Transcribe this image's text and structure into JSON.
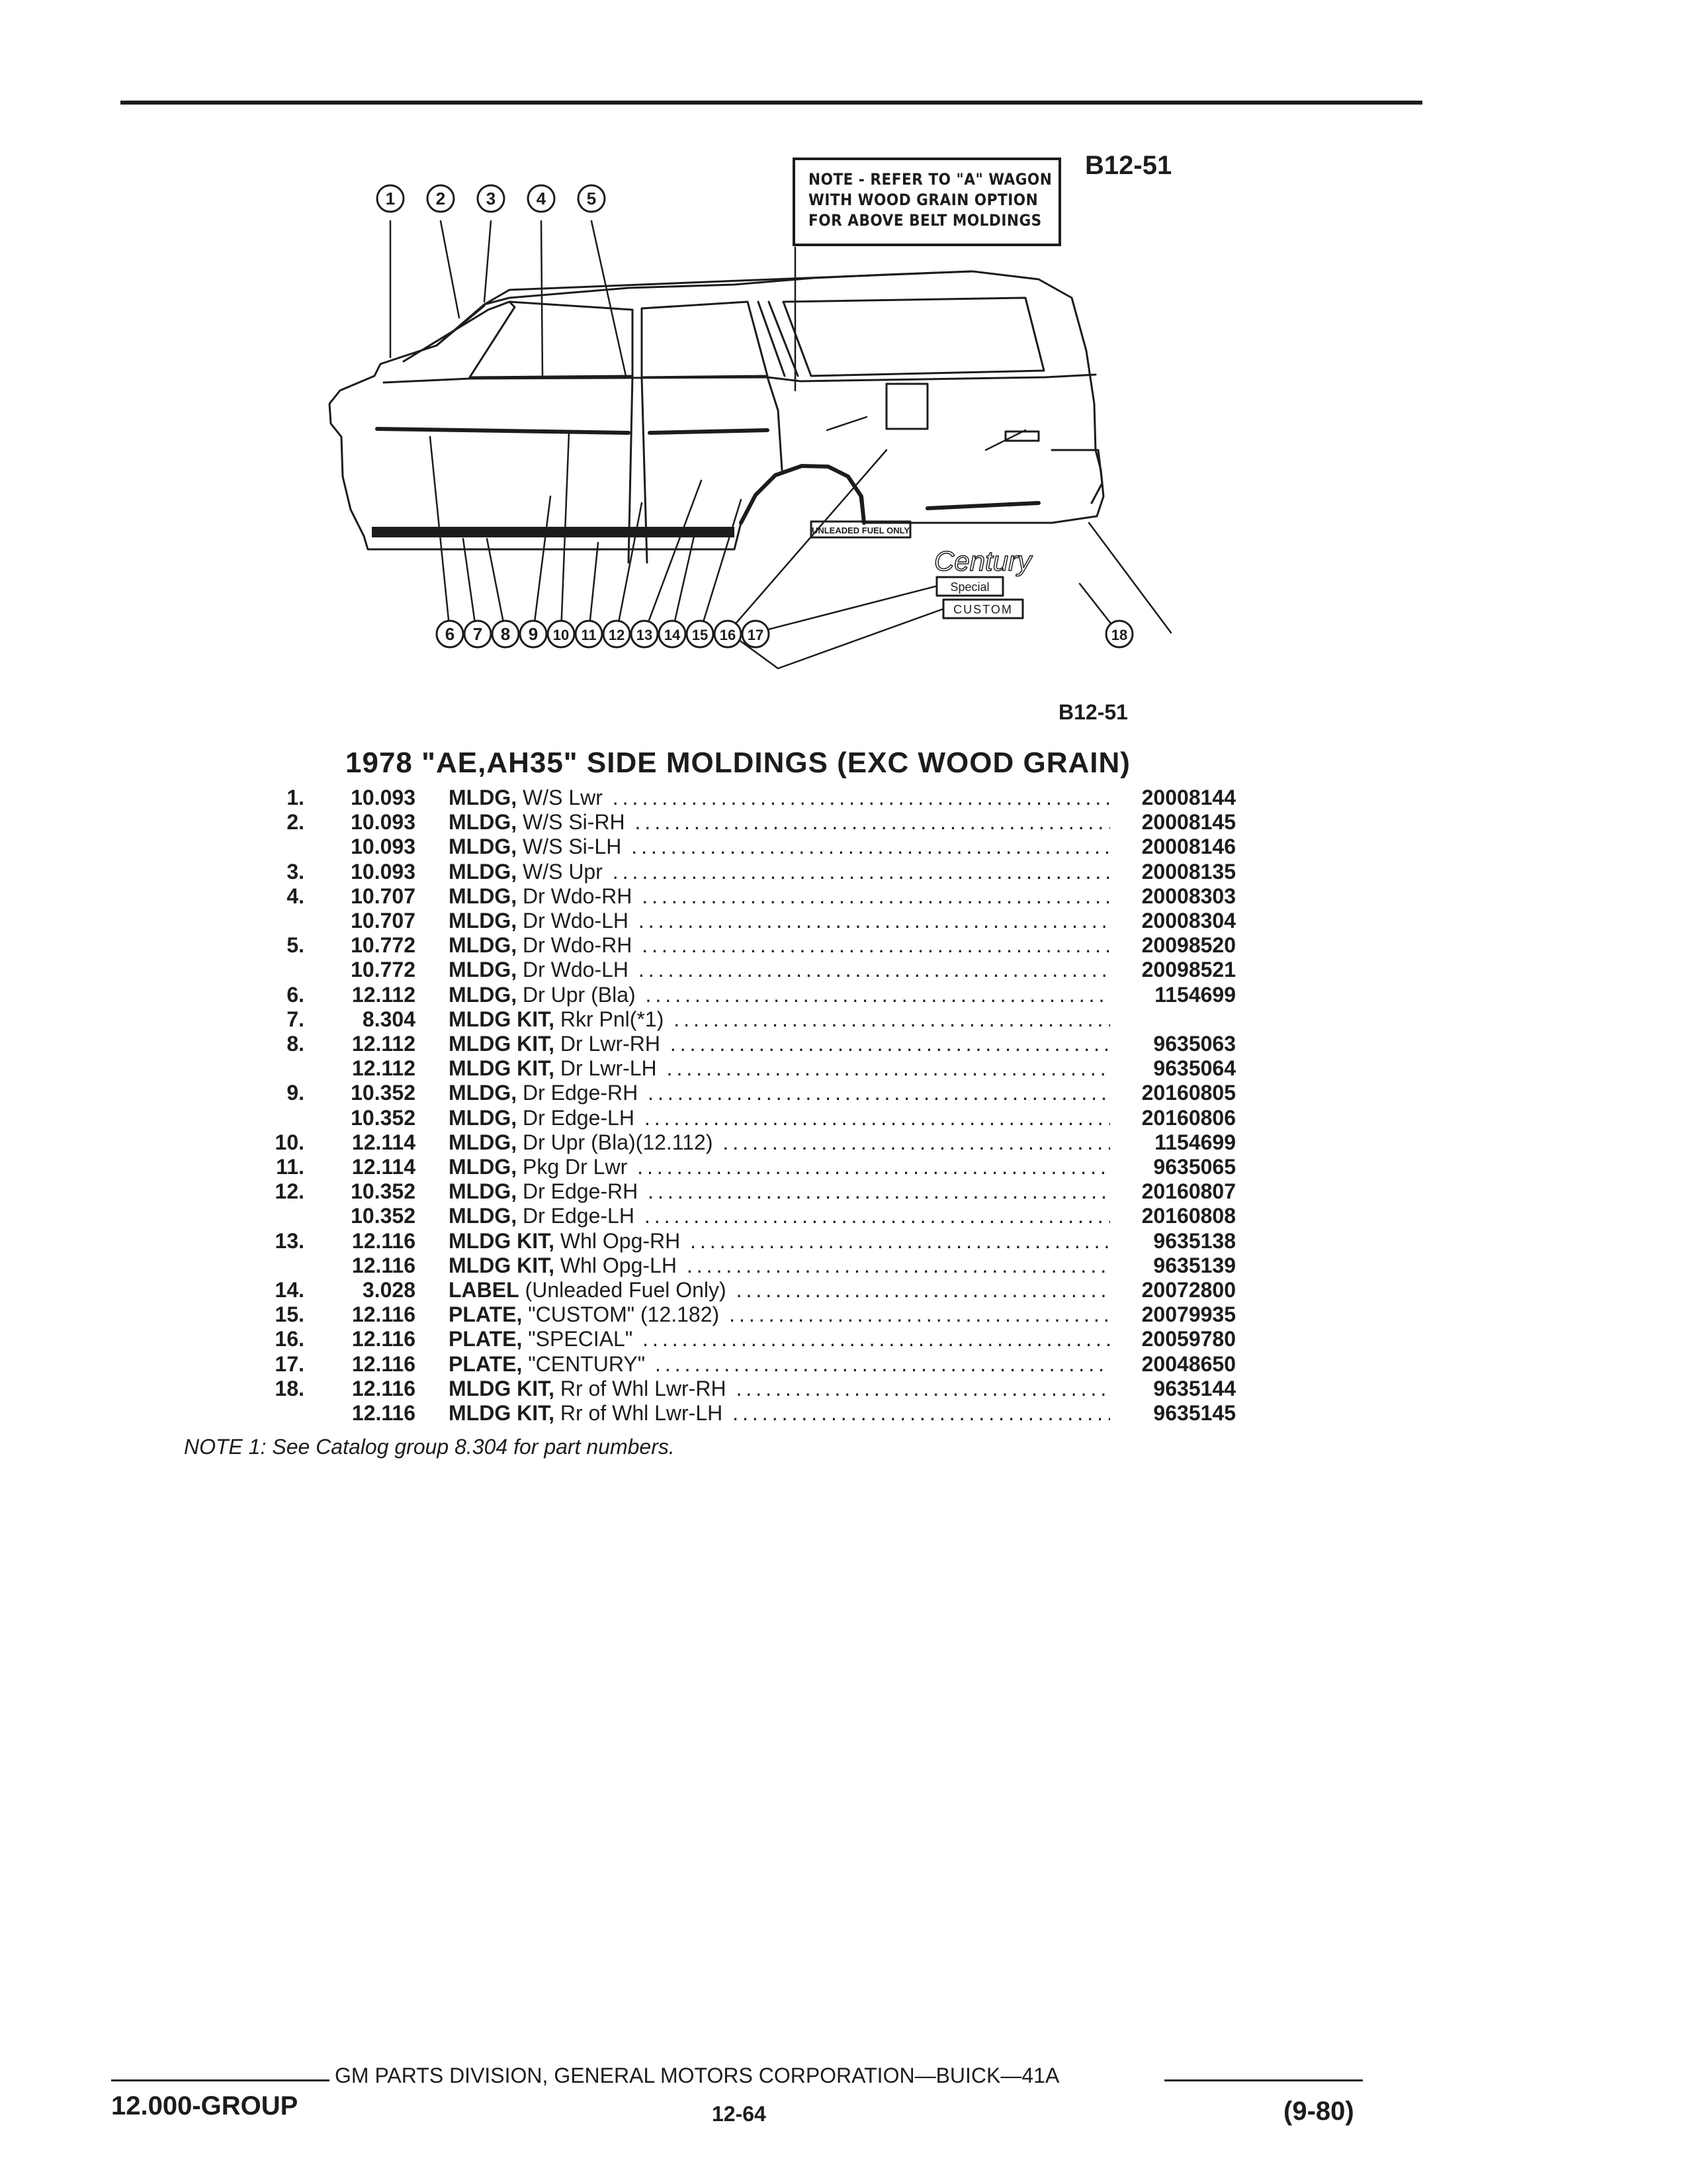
{
  "figure_id": "B12-51",
  "figure_id_lower": "B12-51",
  "note_box": [
    "NOTE - REFER TO \"A\" WAGON",
    "WITH WOOD GRAIN OPTION",
    "FOR ABOVE BELT MOLDINGS"
  ],
  "callouts": [
    "1",
    "2",
    "3",
    "4",
    "5",
    "6",
    "7",
    "8",
    "9",
    "10",
    "11",
    "12",
    "13",
    "14",
    "15",
    "16",
    "17",
    "18"
  ],
  "emblems": {
    "fuel_label": "UNLEADED FUEL ONLY",
    "century": "Century",
    "special": "Special",
    "custom": "CUSTOM"
  },
  "section_title": "1978 \"AE,AH35\" SIDE MOLDINGS (EXC WOOD GRAIN)",
  "parts": [
    {
      "num": "1.",
      "grp": "10.093",
      "bold": "MLDG,",
      "rest": " W/S Lwr",
      "pn": "20008144"
    },
    {
      "num": "2.",
      "grp": "10.093",
      "bold": "MLDG,",
      "rest": " W/S Si-RH",
      "pn": "20008145"
    },
    {
      "num": "",
      "grp": "10.093",
      "bold": "MLDG,",
      "rest": " W/S Si-LH",
      "pn": "20008146"
    },
    {
      "num": "3.",
      "grp": "10.093",
      "bold": "MLDG,",
      "rest": " W/S Upr",
      "pn": "20008135"
    },
    {
      "num": "4.",
      "grp": "10.707",
      "bold": "MLDG,",
      "rest": " Dr Wdo-RH",
      "pn": "20008303"
    },
    {
      "num": "",
      "grp": "10.707",
      "bold": "MLDG,",
      "rest": " Dr Wdo-LH",
      "pn": "20008304"
    },
    {
      "num": "5.",
      "grp": "10.772",
      "bold": "MLDG,",
      "rest": " Dr Wdo-RH",
      "pn": "20098520"
    },
    {
      "num": "",
      "grp": "10.772",
      "bold": "MLDG,",
      "rest": " Dr Wdo-LH",
      "pn": "20098521"
    },
    {
      "num": "6.",
      "grp": "12.112",
      "bold": "MLDG,",
      "rest": " Dr Upr (Bla)",
      "pn": "1154699"
    },
    {
      "num": "7.",
      "grp": "8.304",
      "bold": "MLDG KIT,",
      "rest": " Rkr Pnl(*1)",
      "pn": ""
    },
    {
      "num": "8.",
      "grp": "12.112",
      "bold": "MLDG KIT,",
      "rest": " Dr Lwr-RH",
      "pn": "9635063"
    },
    {
      "num": "",
      "grp": "12.112",
      "bold": "MLDG KIT,",
      "rest": " Dr Lwr-LH",
      "pn": "9635064"
    },
    {
      "num": "9.",
      "grp": "10.352",
      "bold": "MLDG,",
      "rest": " Dr Edge-RH",
      "pn": "20160805"
    },
    {
      "num": "",
      "grp": "10.352",
      "bold": "MLDG,",
      "rest": " Dr Edge-LH",
      "pn": "20160806"
    },
    {
      "num": "10.",
      "grp": "12.114",
      "bold": "MLDG,",
      "rest": " Dr Upr (Bla)(12.112)",
      "pn": "1154699"
    },
    {
      "num": "11.",
      "grp": "12.114",
      "bold": "MLDG,",
      "rest": " Pkg Dr Lwr",
      "pn": "9635065"
    },
    {
      "num": "12.",
      "grp": "10.352",
      "bold": "MLDG,",
      "rest": " Dr Edge-RH",
      "pn": "20160807"
    },
    {
      "num": "",
      "grp": "10.352",
      "bold": "MLDG,",
      "rest": " Dr Edge-LH",
      "pn": "20160808"
    },
    {
      "num": "13.",
      "grp": "12.116",
      "bold": "MLDG KIT,",
      "rest": " Whl Opg-RH",
      "pn": "9635138"
    },
    {
      "num": "",
      "grp": "12.116",
      "bold": "MLDG KIT,",
      "rest": " Whl Opg-LH",
      "pn": "9635139"
    },
    {
      "num": "14.",
      "grp": "3.028",
      "bold": "LABEL",
      "rest": " (Unleaded Fuel Only)",
      "pn": "20072800"
    },
    {
      "num": "15.",
      "grp": "12.116",
      "bold": "PLATE,",
      "rest": " \"CUSTOM\" (12.182)",
      "pn": "20079935"
    },
    {
      "num": "16.",
      "grp": "12.116",
      "bold": "PLATE,",
      "rest": " \"SPECIAL\"",
      "pn": "20059780"
    },
    {
      "num": "17.",
      "grp": "12.116",
      "bold": "PLATE,",
      "rest": " \"CENTURY\"",
      "pn": "20048650"
    },
    {
      "num": "18.",
      "grp": "12.116",
      "bold": "MLDG KIT,",
      "rest": " Rr of Whl Lwr-RH",
      "pn": "9635144"
    },
    {
      "num": "",
      "grp": "12.116",
      "bold": "MLDG KIT,",
      "rest": " Rr of Whl Lwr-LH",
      "pn": "9635145"
    }
  ],
  "note1": "NOTE 1: See Catalog group 8.304 for part numbers.",
  "footer": {
    "center": "GM PARTS DIVISION, GENERAL MOTORS CORPORATION—BUICK—41A",
    "group": "12.000-GROUP",
    "page": "12-64",
    "date": "(9-80)"
  },
  "colors": {
    "ink": "#1c1c1c",
    "paper": "#ffffff"
  }
}
